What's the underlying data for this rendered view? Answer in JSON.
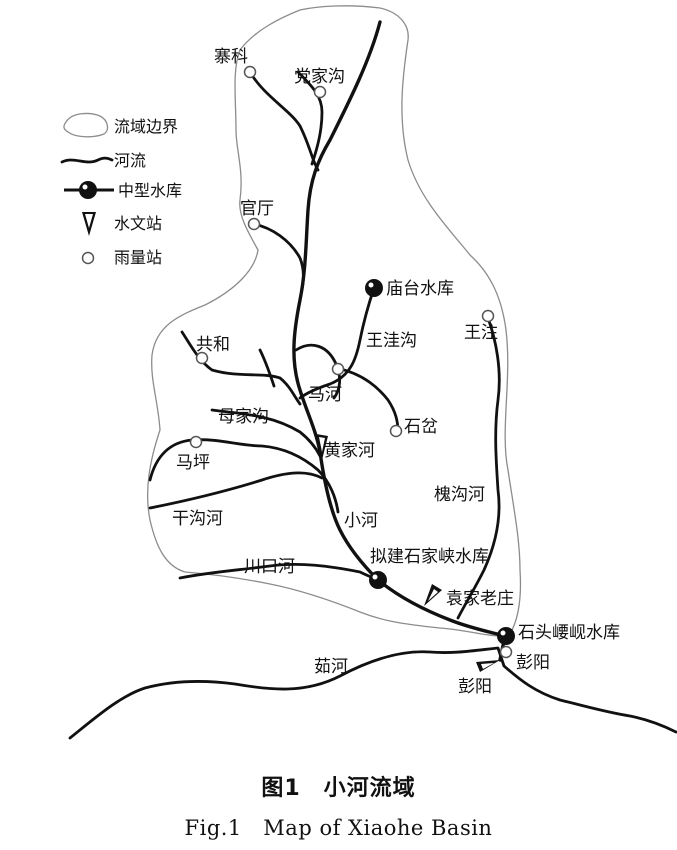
{
  "legend": {
    "boundary": "流域边界",
    "river": "河流",
    "reservoir": "中型水库",
    "hydro_station": "水文站",
    "rain_gauge": "雨量站"
  },
  "stations": {
    "zhaike": "寨科",
    "dangjiagou": "党家沟",
    "guanting": "官厅",
    "gonghe": "共和",
    "mahe": "马河",
    "shipen": "石岔",
    "maping": "马坪",
    "wangwa": "王注",
    "yuanjialaozhuang": "袁家老庄",
    "pengyang_gauge": "彭阳"
  },
  "reservoirs": {
    "miaotai": "庙台水库",
    "nijian": "拟建石家峡水库",
    "shitou": "石头崾岘水库"
  },
  "hydro": {
    "huangjiahe": "黄家河",
    "pengyang": "彭阳"
  },
  "rivers": {
    "wangwagou": "王洼沟",
    "mujiagou": "母家沟",
    "gangouhe": "干沟河",
    "xiaohe": "小河",
    "huaigouhe": "槐沟河",
    "chuankouhe": "川口河",
    "ruhe": "茹河"
  },
  "caption": {
    "cn": "图1　小河流域",
    "en": "Fig.1　Map of Xiaohe Basin"
  }
}
